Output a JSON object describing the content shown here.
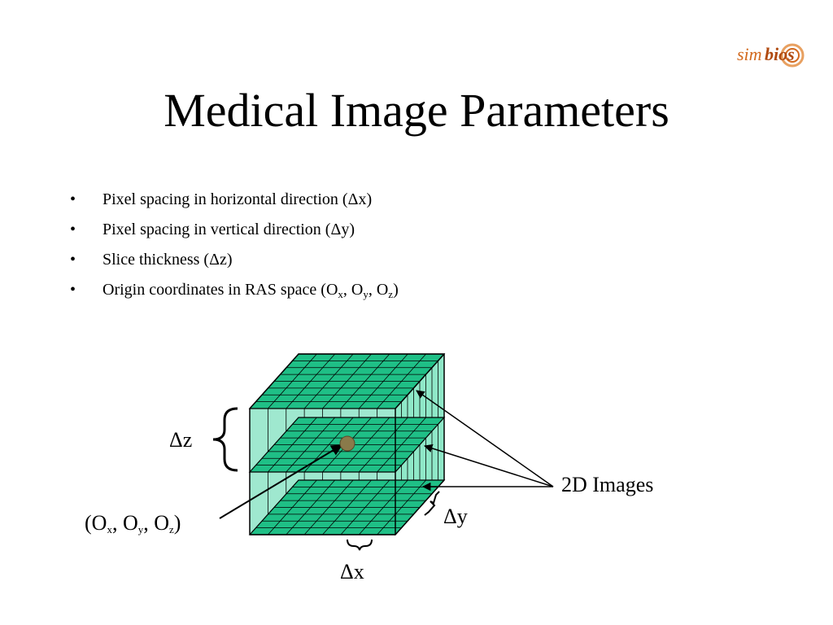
{
  "title": "Medical Image Parameters",
  "logo": {
    "part1": "sim",
    "part2": "bios"
  },
  "bullets": [
    {
      "text": "Pixel spacing in horizontal direction (Δx)"
    },
    {
      "text": "Pixel spacing in vertical direction (Δy)"
    },
    {
      "text": "Slice thickness (Δz)"
    },
    {
      "text": "Origin coordinates in RAS space (O",
      "parts": [
        {
          "base": "O",
          "sub": "x"
        },
        {
          "base": "O",
          "sub": "y"
        },
        {
          "base": "O",
          "sub": "z"
        }
      ]
    }
  ],
  "labels": {
    "dz": "Δz",
    "dy": "Δy",
    "dx": "Δx",
    "images": "2D Images",
    "origin": {
      "open": "(",
      "close": ")",
      "sep": ", ",
      "parts": [
        {
          "base": "O",
          "sub": "x"
        },
        {
          "base": "O",
          "sub": "y"
        },
        {
          "base": "O",
          "sub": "z"
        }
      ]
    }
  },
  "colors": {
    "slice_fill": "#1fbf86",
    "volume_fill": "#8fe8c8",
    "front_fill": "#7fe0bf",
    "origin_dot": "#8a7a4a",
    "logo_accent": "#d2691e"
  }
}
